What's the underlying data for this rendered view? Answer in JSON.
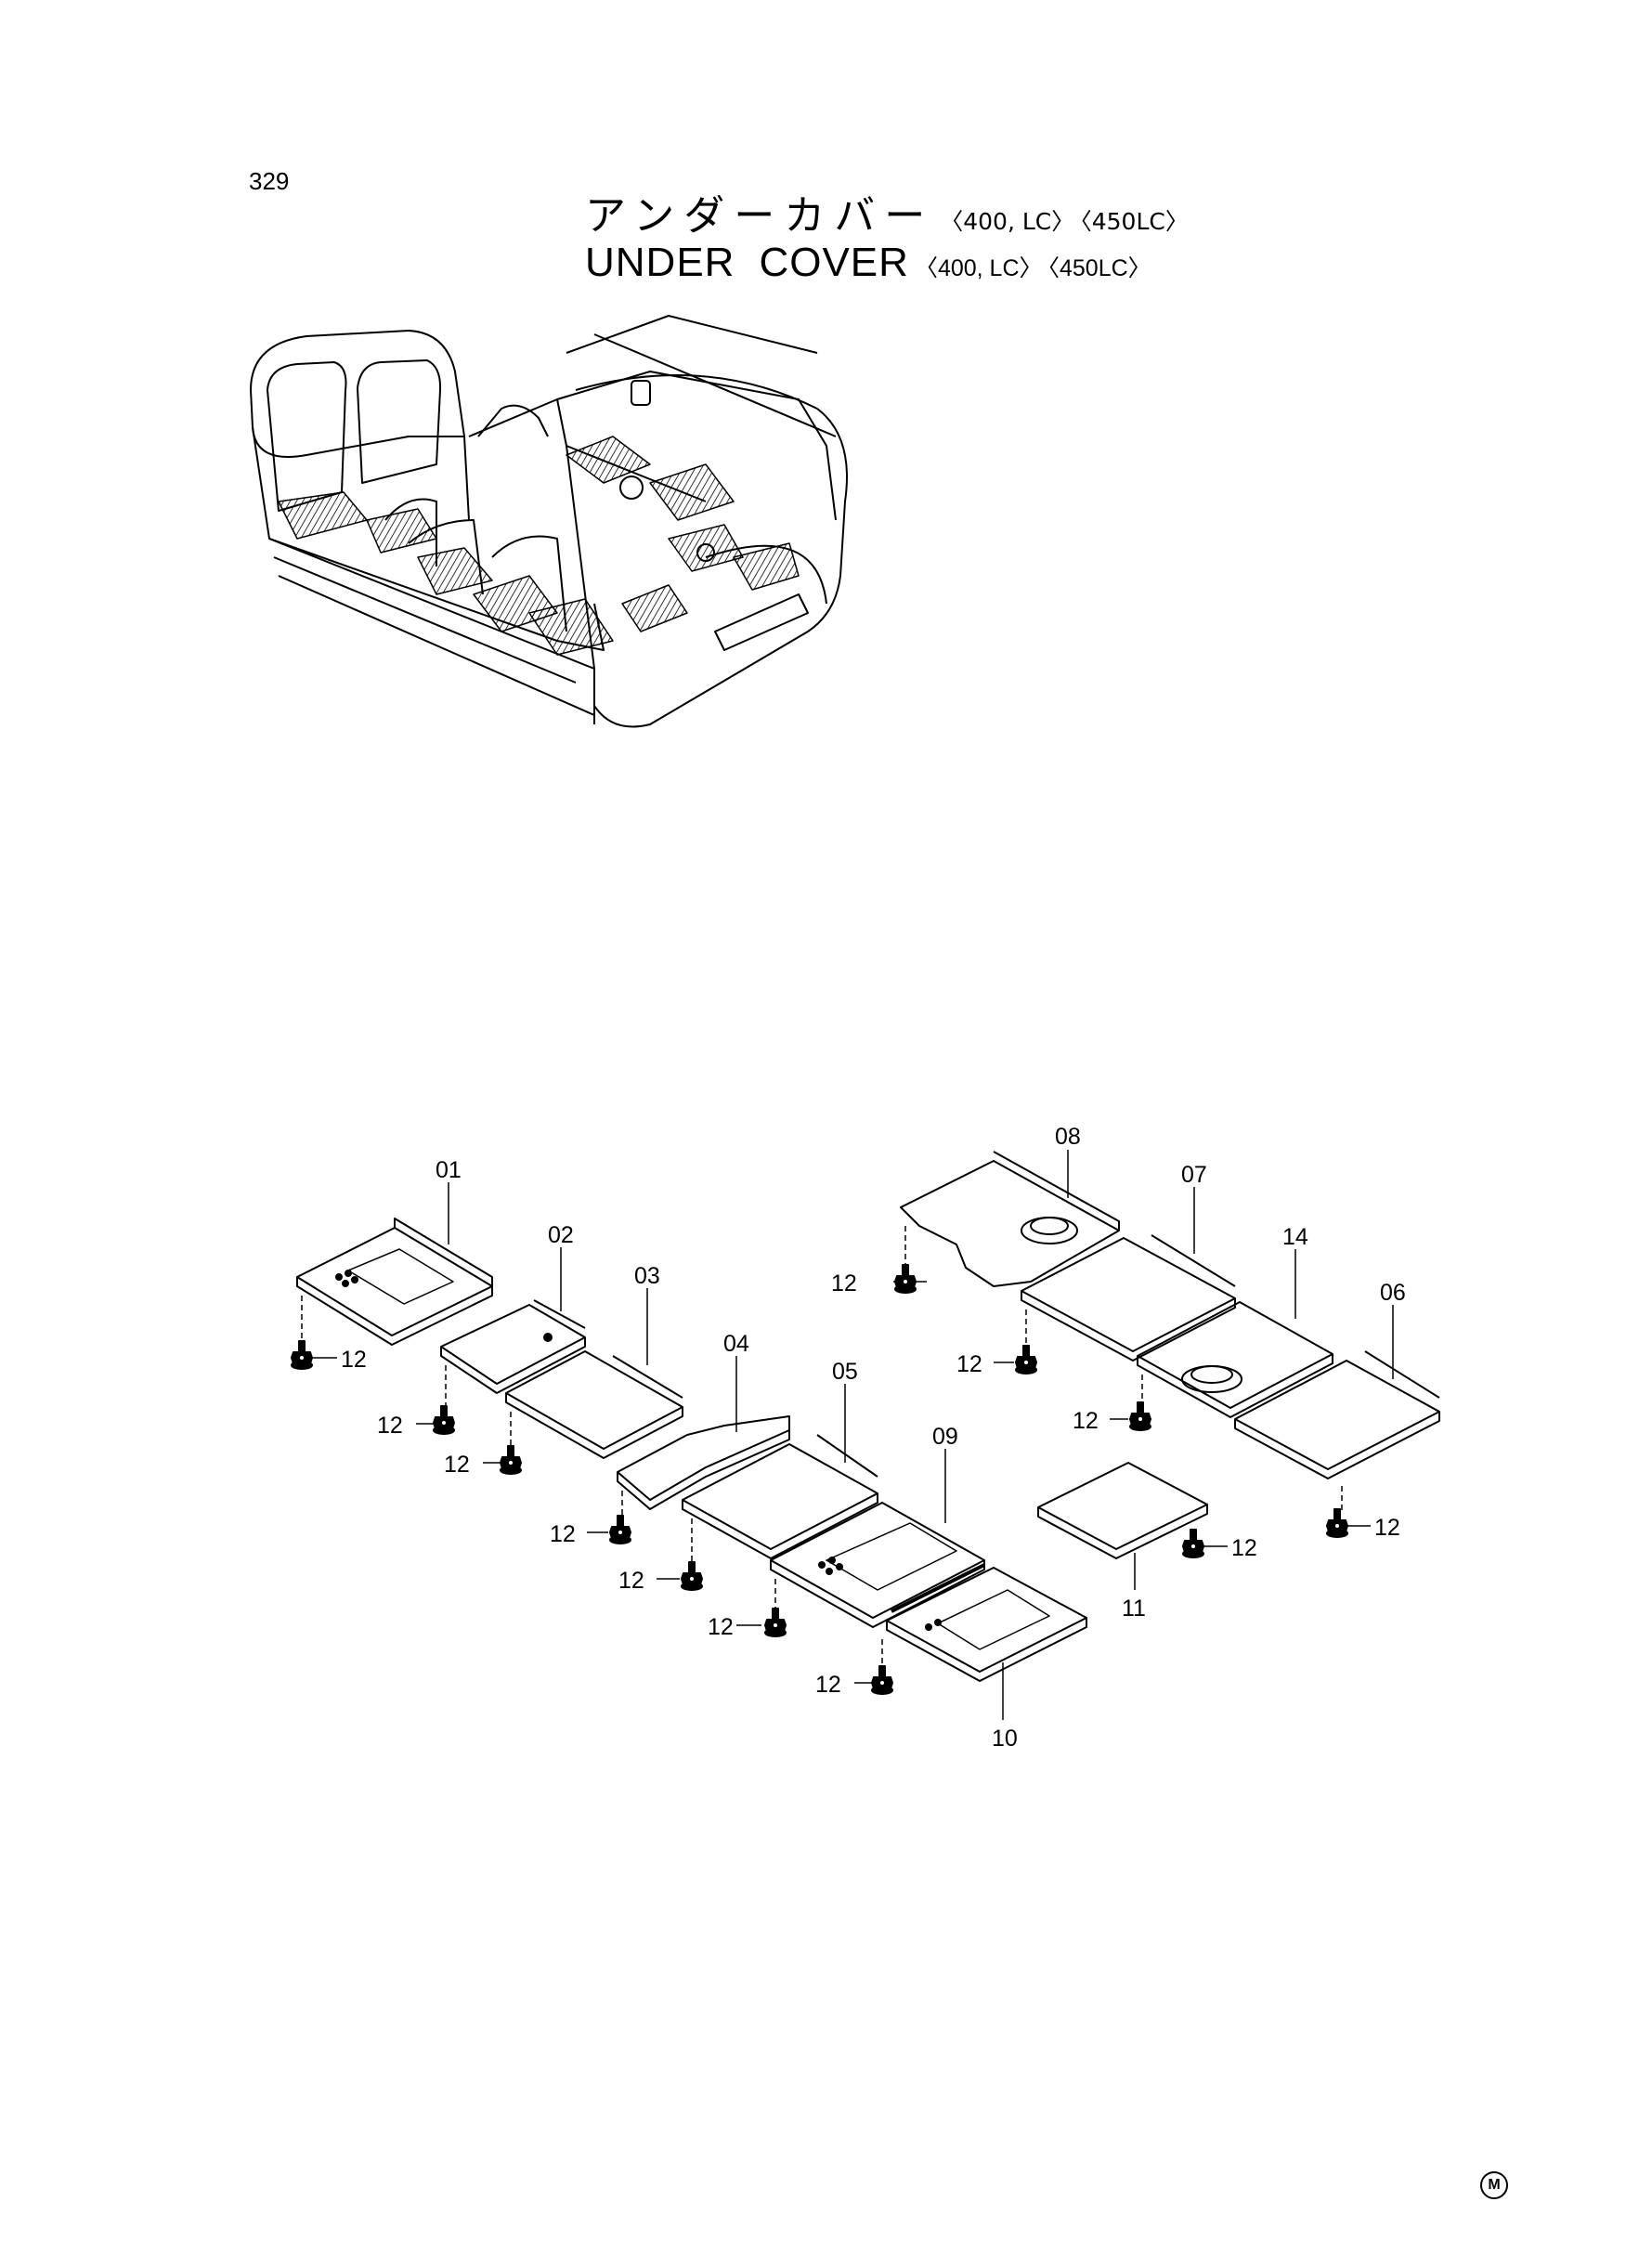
{
  "page_number": "329",
  "title_jp": {
    "main": "アンダーカバー",
    "variant_1": "〈400, LC〉",
    "variant_2": "〈450LC〉"
  },
  "title_en": {
    "word_1": "UNDER",
    "word_2": "COVER",
    "variant_1": "〈400, LC〉",
    "variant_2": "〈450LC〉"
  },
  "callouts": {
    "p01": "01",
    "p02": "02",
    "p03": "03",
    "p04": "04",
    "p05": "05",
    "p06": "06",
    "p07": "07",
    "p08": "08",
    "p09": "09",
    "p10": "10",
    "p11": "11",
    "p14": "14",
    "bolt": "12"
  },
  "footer_mark": "M",
  "colors": {
    "ink": "#000000",
    "paper": "#ffffff"
  }
}
